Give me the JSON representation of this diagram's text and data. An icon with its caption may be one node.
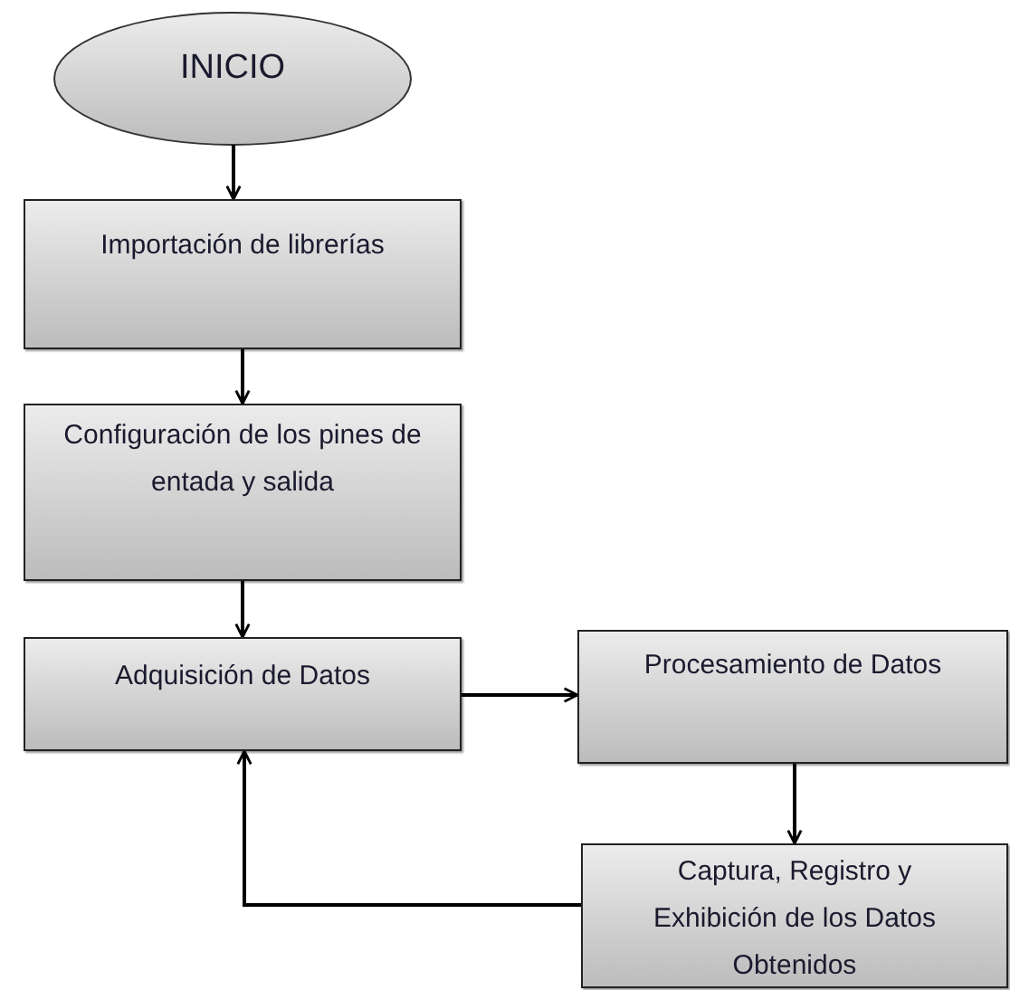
{
  "diagram": {
    "nodes": [
      {
        "text": [
          "INICIO"
        ]
      },
      {
        "text": [
          "Importación de librerías"
        ]
      },
      {
        "text": [
          "Configuración de los pines de entada y salida"
        ]
      },
      {
        "text": [
          "Adquisición de Datos"
        ]
      },
      {
        "text": [
          "Procesamiento de Datos"
        ]
      },
      {
        "text": [
          "Captura, Registro y Exhibición de los Datos Obtenidos"
        ]
      }
    ],
    "edges": [
      {
        "from": 0,
        "to": 1,
        "arrow": "to"
      },
      {
        "from": 1,
        "to": 2,
        "arrow": "to"
      },
      {
        "from": 2,
        "to": 3,
        "arrow": "to"
      },
      {
        "from": 3,
        "to": 4,
        "arrow": "to"
      },
      {
        "from": 4,
        "to": 5,
        "arrow": "to"
      },
      {
        "from": 5,
        "to": 3,
        "arrow": "to"
      }
    ]
  }
}
